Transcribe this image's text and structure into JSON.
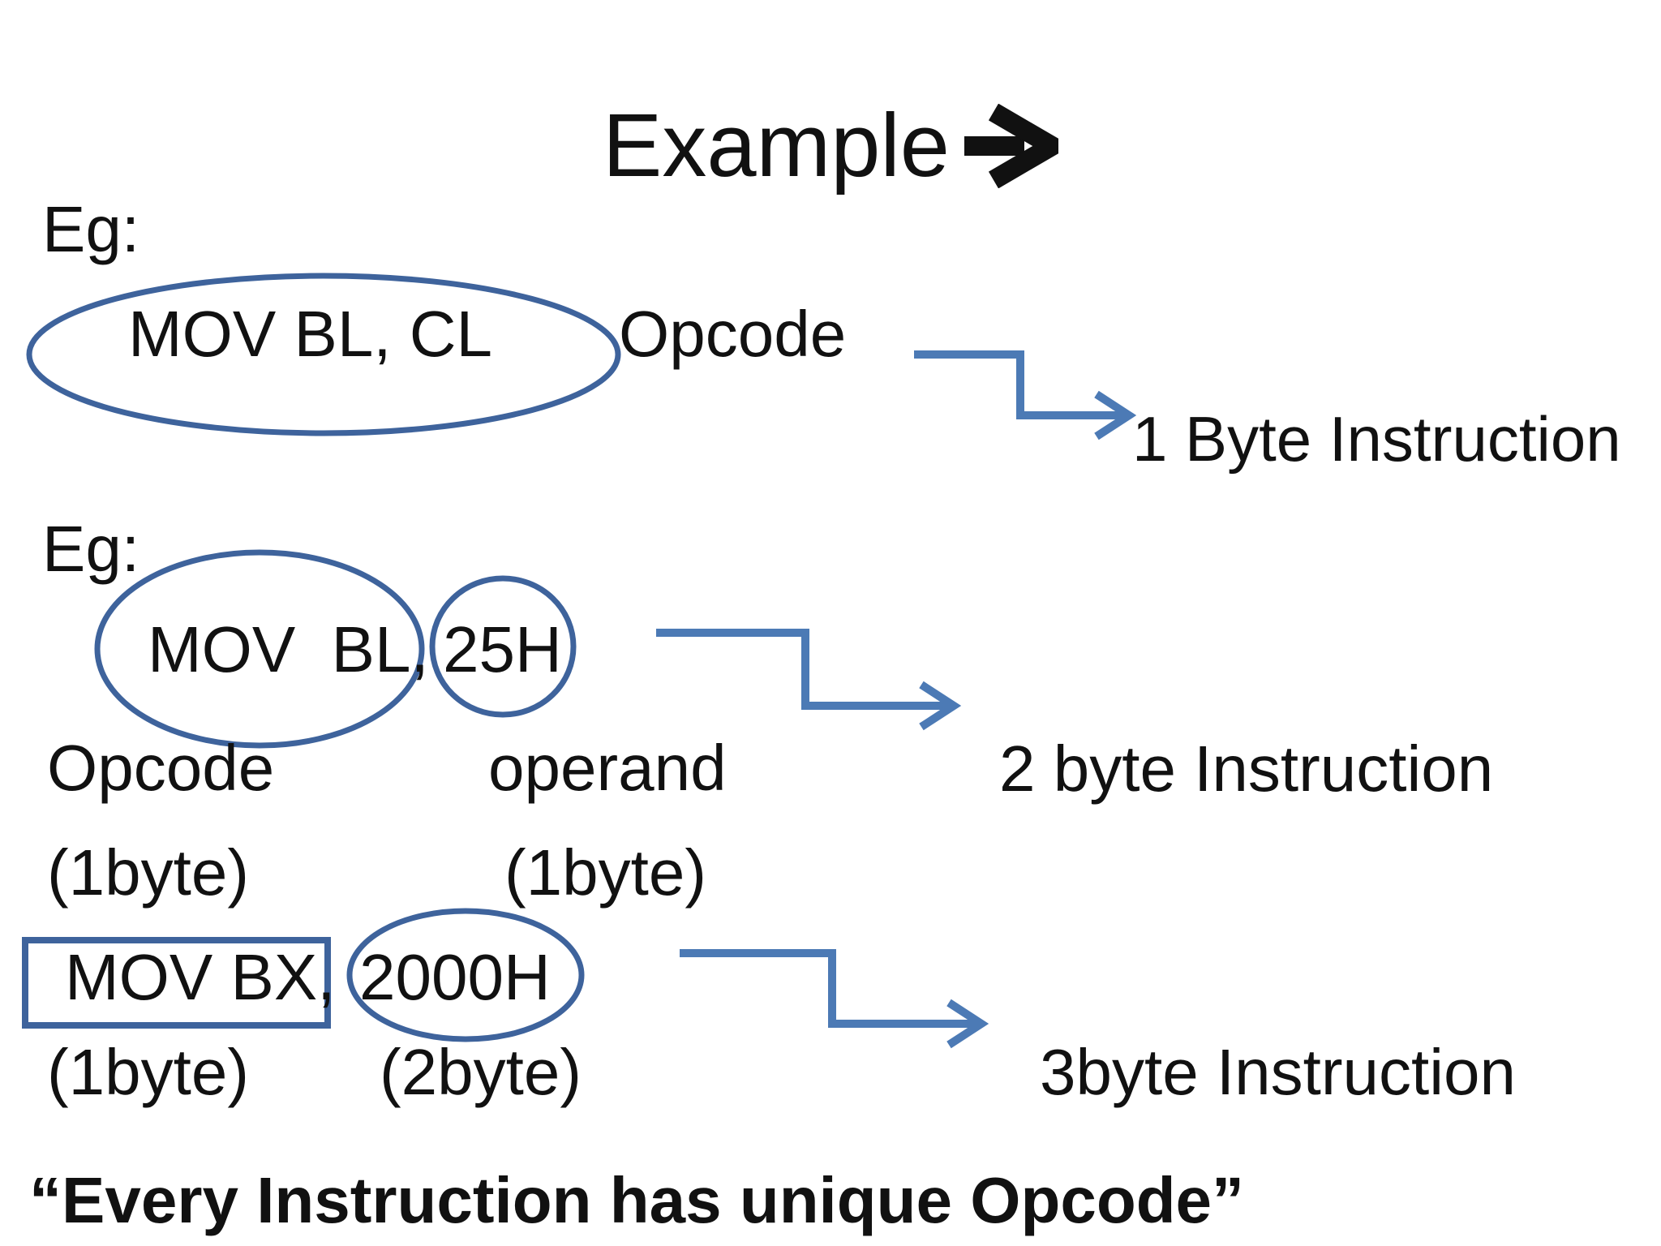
{
  "slide": {
    "title": "Example",
    "title_arrow_icon": "right-arrow",
    "example1": {
      "eg": "Eg:",
      "instruction": "MOV BL, CL",
      "annotation": "Opcode",
      "result": "1 Byte Instruction"
    },
    "example2": {
      "eg": "Eg:",
      "opcode_text": "MOV  BL,",
      "operand_text": "25H",
      "opcode_label": "Opcode",
      "operand_label": "operand",
      "opcode_size": "(1byte)",
      "operand_size": "(1byte)",
      "result": "2 byte Instruction"
    },
    "example3": {
      "opcode_text": "MOV BX,",
      "operand_text": "2000H",
      "opcode_size": "(1byte)",
      "operand_size": "(2byte)",
      "result": "3byte Instruction"
    },
    "footer_quote": "“Every Instruction has unique Opcode”",
    "colors": {
      "shape_outline": "#3e639c",
      "arrow": "#4c7ab5",
      "text": "#111111",
      "background": "#ffffff"
    }
  }
}
